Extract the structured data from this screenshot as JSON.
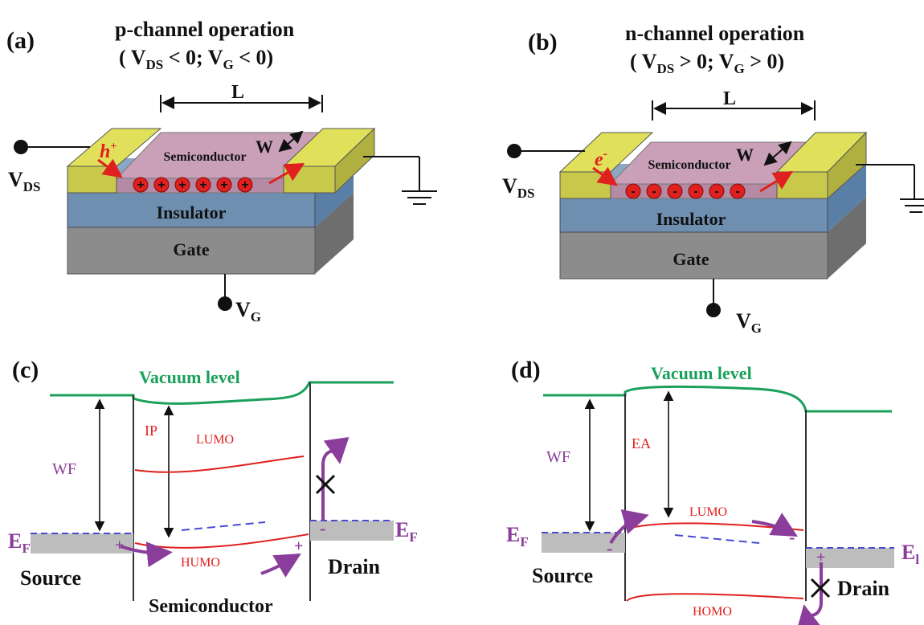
{
  "panels": {
    "a": {
      "tag": "(a)",
      "title_line1": "p-channel operation",
      "title_open": "( V",
      "title_sub1": "DS",
      "title_mid": " < 0; V",
      "title_sub2": "G",
      "title_close": " < 0)",
      "length_label": "L",
      "width_label": "W",
      "carrier": "h",
      "carrier_sup": "+",
      "charge_symbol": "+",
      "semiconductor_label": "Semiconductor",
      "insulator_label": "Insulator",
      "gate_label": "Gate",
      "vds_main": "V",
      "vds_sub": "DS",
      "vg_main": "V",
      "vg_sub": "G"
    },
    "b": {
      "tag": "(b)",
      "title_line1": "n-channel operation",
      "title_open": "( V",
      "title_sub1": "DS",
      "title_mid": " > 0; V",
      "title_sub2": "G",
      "title_close": " > 0)",
      "length_label": "L",
      "width_label": "W",
      "carrier": "e",
      "carrier_sup": "-",
      "charge_symbol": "-",
      "semiconductor_label": "Semiconductor",
      "insulator_label": "Insulator",
      "gate_label": "Gate",
      "vds_main": "V",
      "vds_sub": "DS",
      "vg_main": "V",
      "vg_sub": "G"
    },
    "c": {
      "tag": "(c)",
      "vacuum_label": "Vacuum level",
      "wf_label": "WF",
      "ip_label": "IP",
      "lumo_label": "LUMO",
      "homo_label": "HUMO",
      "ef_left_main": "E",
      "ef_left_sub": "F",
      "ef_right_main": "E",
      "ef_right_sub": "F",
      "source_label": "Source",
      "drain_label": "Drain",
      "semiconductor_label": "Semiconductor",
      "plus": "+",
      "minus": "-"
    },
    "d": {
      "tag": "(d)",
      "vacuum_label": "Vacuum level",
      "wf_label": "WF",
      "ea_label": "EA",
      "lumo_label": "LUMO",
      "homo_label": "HOMO",
      "ef_left_main": "E",
      "ef_left_sub": "F",
      "ef_right_main": "E",
      "ef_right_sub": "l",
      "source_label": "Source",
      "drain_label": "Drain",
      "plus": "+",
      "minus": "-"
    }
  },
  "colors": {
    "electrode": "#c8c84a",
    "electrode_top": "#e0e05a",
    "semiconductor": "#c9a0b8",
    "insulator": "#6f8fb0",
    "gate": "#8a8a8a",
    "vacuum": "#1aa05a",
    "band": "#e0201e",
    "carrier_arrow": "#8a3d9a",
    "fermi_dash": "#4a4ad0",
    "metal_fill": "#bdbdbd"
  }
}
